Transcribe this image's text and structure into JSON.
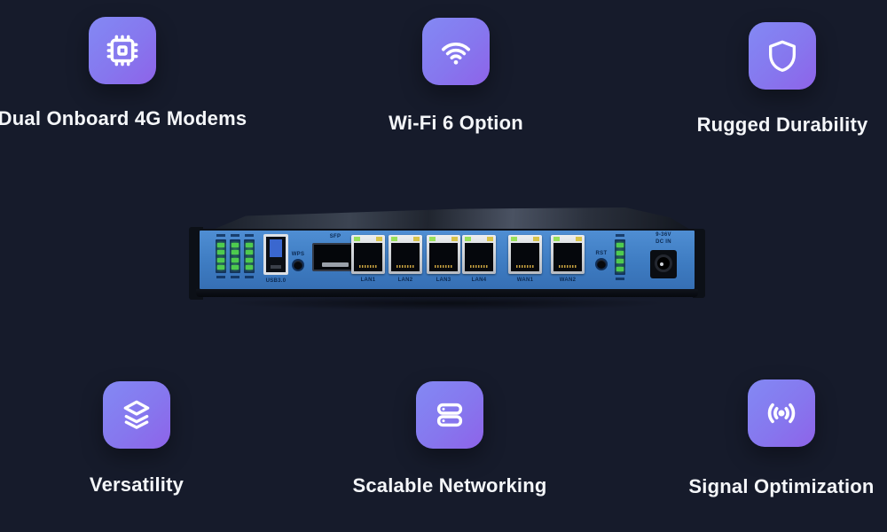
{
  "banner": {
    "background_color": "#161b2b",
    "tile_gradient_start": "#8389f4",
    "tile_gradient_end": "#8e63e9",
    "text_color": "#f4f6f9"
  },
  "features": [
    {
      "label": "Dual Onboard 4G Modems",
      "icon": "chip-icon"
    },
    {
      "label": "Wi-Fi 6 Option",
      "icon": "wifi-icon"
    },
    {
      "label": "Rugged Durability",
      "icon": "shield-icon"
    },
    {
      "label": "Versatility",
      "icon": "layers-icon"
    },
    {
      "label": "Scalable Networking",
      "icon": "server-icon"
    },
    {
      "label": "Signal Optimization",
      "icon": "signal-icon"
    }
  ],
  "device": {
    "type": "industrial dual-modem router rear panel photo",
    "faceplate_color": "#3e7cc2",
    "led_color": "#4ecb4e",
    "ports": [
      "LAN1",
      "LAN2",
      "LAN3",
      "LAN4",
      "WAN1",
      "WAN2"
    ],
    "labels": {
      "usb": "USB3.0",
      "wps": "WPS",
      "sfp": "SFP",
      "rst": "RST",
      "power_line1": "9-36V",
      "power_line2": "DC IN"
    }
  }
}
